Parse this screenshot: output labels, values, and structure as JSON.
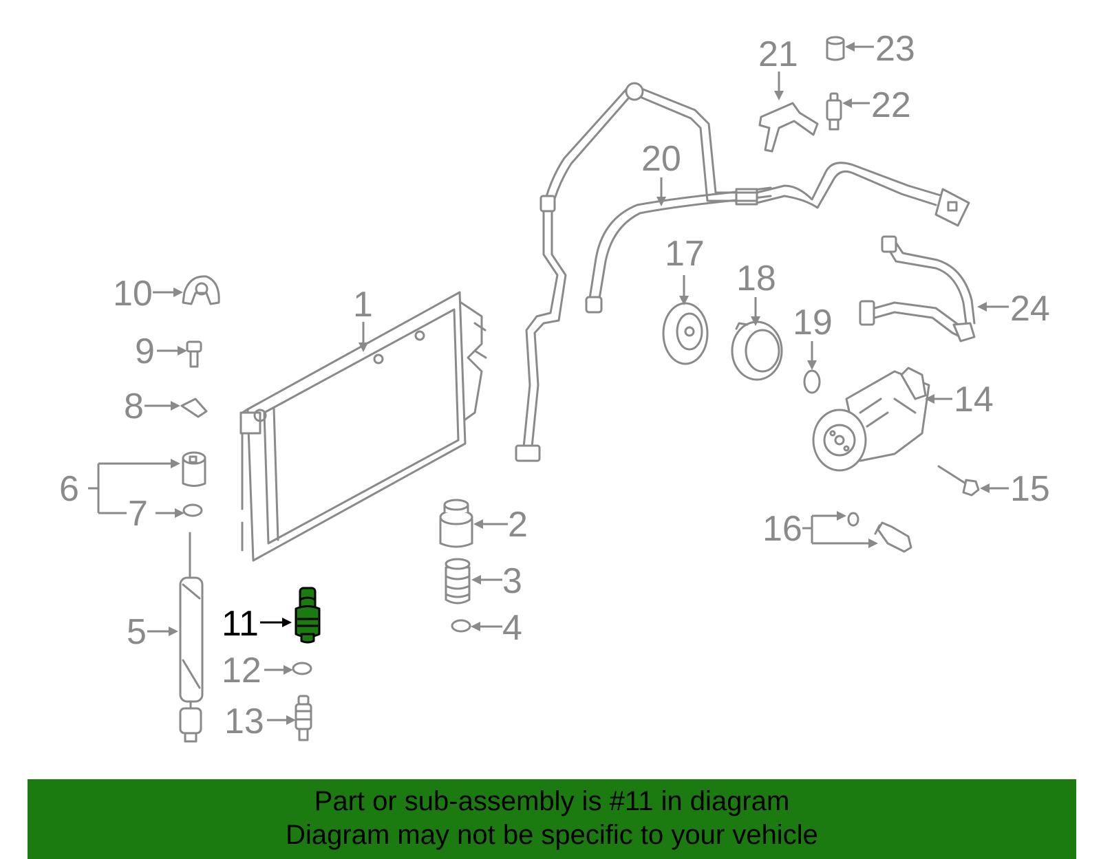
{
  "diagram": {
    "highlight_color": "#1b7a10",
    "callouts": {
      "c1": "1",
      "c2": "2",
      "c3": "3",
      "c4": "4",
      "c5": "5",
      "c6": "6",
      "c7": "7",
      "c8": "8",
      "c9": "9",
      "c10": "10",
      "c11": "11",
      "c12": "12",
      "c13": "13",
      "c14": "14",
      "c15": "15",
      "c16": "16",
      "c17": "17",
      "c18": "18",
      "c19": "19",
      "c20": "20",
      "c21": "21",
      "c22": "22",
      "c23": "23",
      "c24": "24"
    },
    "highlighted_callout": "11"
  },
  "banner": {
    "line1": "Part or sub-assembly is #11 in diagram",
    "line2": "Diagram may not be specific to your vehicle",
    "color": "#1b7a10"
  }
}
